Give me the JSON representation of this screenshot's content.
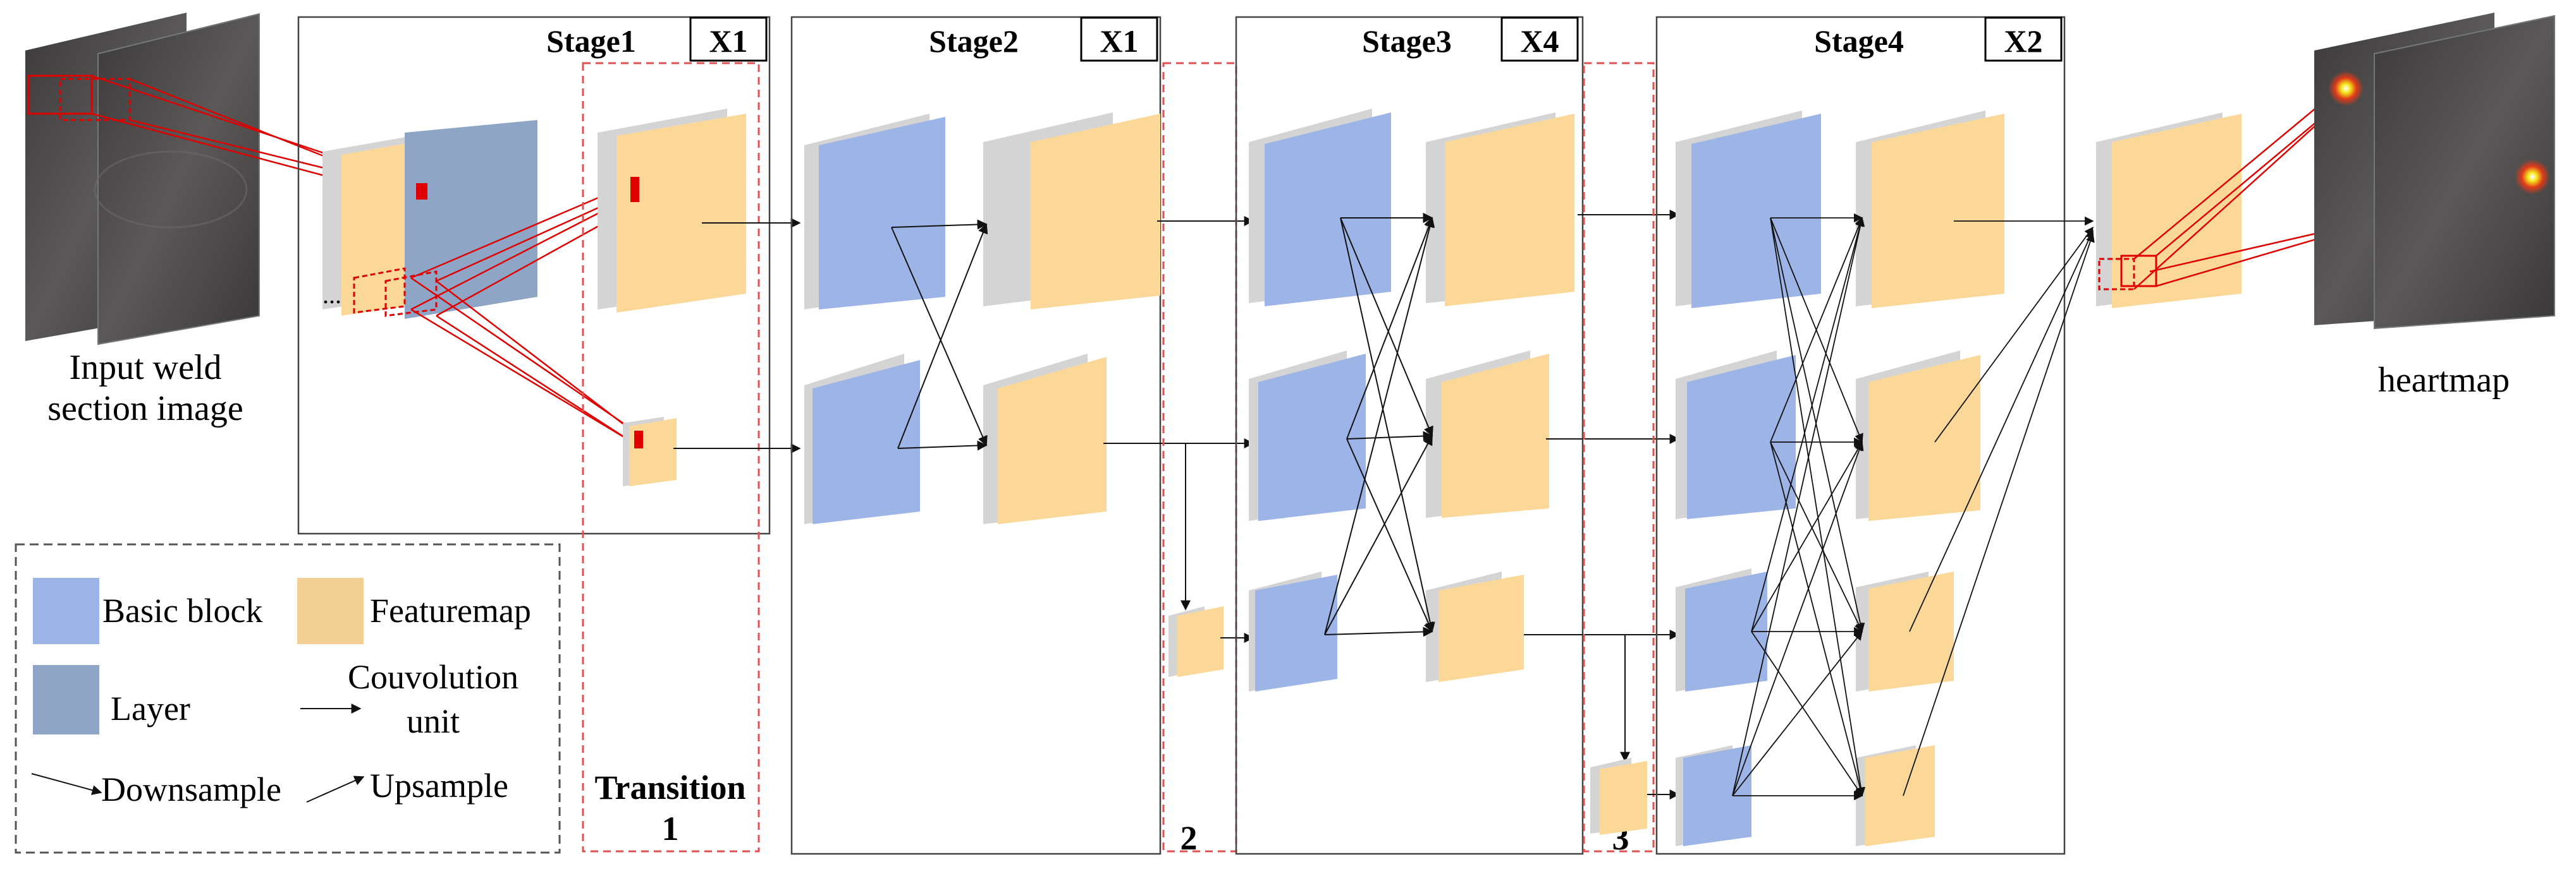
{
  "stages": [
    {
      "title": "Stage1",
      "multiplier": "X1"
    },
    {
      "title": "Stage2",
      "multiplier": "X1"
    },
    {
      "title": "Stage3",
      "multiplier": "X4"
    },
    {
      "title": "Stage4",
      "multiplier": "X2"
    }
  ],
  "transitions": {
    "t1_line1": "Transition",
    "t1_line2": "1",
    "t2": "2",
    "t3": "3"
  },
  "input_label": {
    "line1": "Input weld",
    "line2": "section image"
  },
  "output_label": "heartmap",
  "ellipsis": "...",
  "legend": {
    "basic_block": "Basic block",
    "featuremap": "Featuremap",
    "layer": "Layer",
    "conv_line1": "Couvolution",
    "conv_line2": "unit",
    "downsample": "Downsample",
    "upsample": "Upsample"
  },
  "colors": {
    "basic_block": "#9db4e6",
    "featuremap": "#fcd898",
    "layer": "#8ea5c6",
    "gray_shadow": "#d4d4d4",
    "dashed_red": "#e05050",
    "annot_red": "#e00000",
    "image_dark": "#4a4848",
    "hotspot": "#f4e81c"
  }
}
